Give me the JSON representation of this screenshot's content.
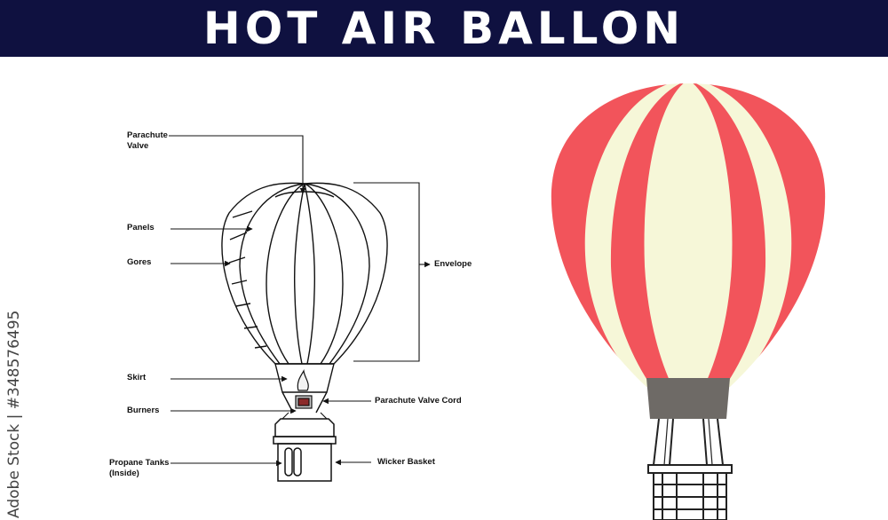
{
  "title": "HOT AIR BALLON",
  "stock_id": "Adobe Stock | #348576495",
  "labels": {
    "parachute_valve": "Parachute\nValve",
    "panels": "Panels",
    "gores": "Gores",
    "envelope": "Envelope",
    "skirt": "Skirt",
    "burners": "Burners",
    "parachute_valve_cord": "Parachute Valve Cord",
    "propane_tanks": "Propane Tanks\n(Inside)",
    "wicker_basket": "Wicker Basket"
  },
  "colors": {
    "title_bar": "#0f1140",
    "stripe_red": "#f2545b",
    "stripe_cream": "#f6f7d8",
    "skirt_gray": "#6e6a66"
  }
}
